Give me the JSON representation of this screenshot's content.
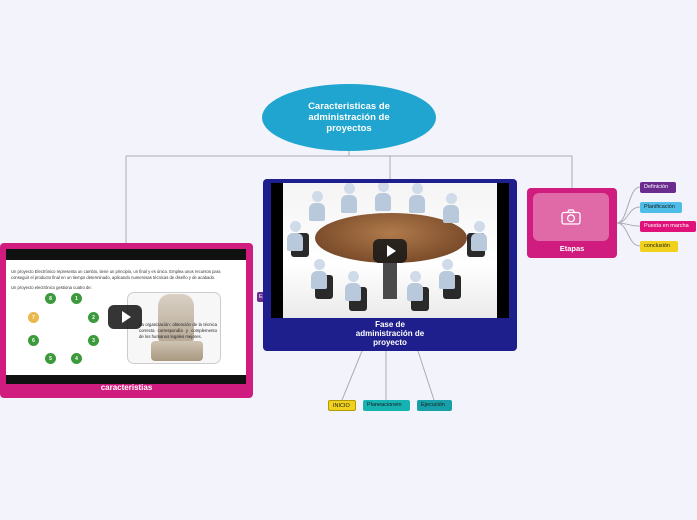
{
  "root": {
    "title": "Caracteristicas de administración de proyectos"
  },
  "cards": {
    "caracteristicas": {
      "caption": "caracteristias",
      "doc_lines": [
        "Un proyecto Electrónico representa un cambio, tiene un principio, un final y es único. Emplea unos recursos para",
        "conseguir el producto final en un tiempo determinado, aplicando numerosas técnicas de diseño y de acabado.",
        "Un proyecto electrónico gestiona cuatro de:"
      ],
      "cycle_numbers": [
        "8",
        "1",
        "2",
        "3",
        "4",
        "5",
        "6",
        "7"
      ],
      "doc_text": "La organización: obtención de la técnica correcta correspondía y complemento de los humanos legales mejores."
    },
    "fase": {
      "caption_lines": [
        "Fase de",
        "administración de",
        "proyecto"
      ]
    },
    "etapas": {
      "caption": "Etapas",
      "icon": "camera-icon"
    }
  },
  "etapas_children": [
    "Definición",
    "Planificación",
    "Puesta en marcha",
    "conclusión"
  ],
  "fase_children": [
    "INICIO",
    "Planeacionein",
    "Ejecución"
  ],
  "side_tag": "Eje",
  "colors": {
    "root": "#1fa5cf",
    "magenta_card": "#d01c7e",
    "navy_card": "#1e1f8c",
    "purple": "#6a2d8f",
    "sky": "#4ebde8",
    "pink": "#e0127a",
    "yellow": "#f0d21e",
    "teal": "#17b2b2"
  }
}
